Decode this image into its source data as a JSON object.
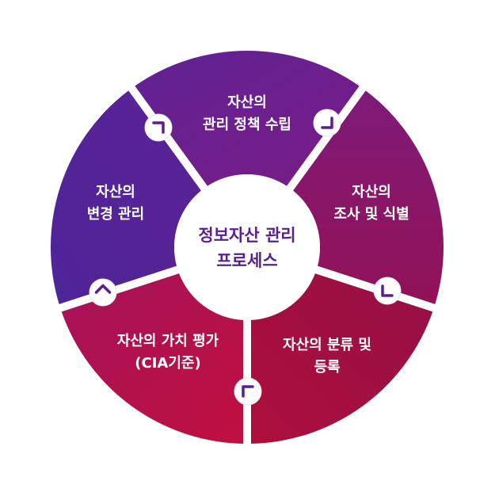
{
  "center": {
    "line1": "정보자산 관리",
    "line2": "프로세스"
  },
  "segments": [
    {
      "id": "policy",
      "line1": "자산의",
      "line2": "관리 정책 수립",
      "color": "#6a1f8f"
    },
    {
      "id": "survey",
      "line1": "자산의",
      "line2": "조사 및 식별",
      "color": "#881765"
    },
    {
      "id": "classify",
      "line1": "자산의 분류 및",
      "line2": "등록",
      "color": "#a3103e"
    },
    {
      "id": "value",
      "line1": "자산의 가치 평가",
      "line2": "(CIA기준)",
      "color": "#b50f4d"
    },
    {
      "id": "change",
      "line1": "자산의",
      "line2": "변경 관리",
      "color": "#54239a"
    }
  ],
  "colors": {
    "arrow_ring": "#5a1f8f",
    "arrow_fill": "#ffffff",
    "center_text": "#5a1f8f"
  },
  "icons": {
    "cycle_arrow": "chevron-icon"
  }
}
